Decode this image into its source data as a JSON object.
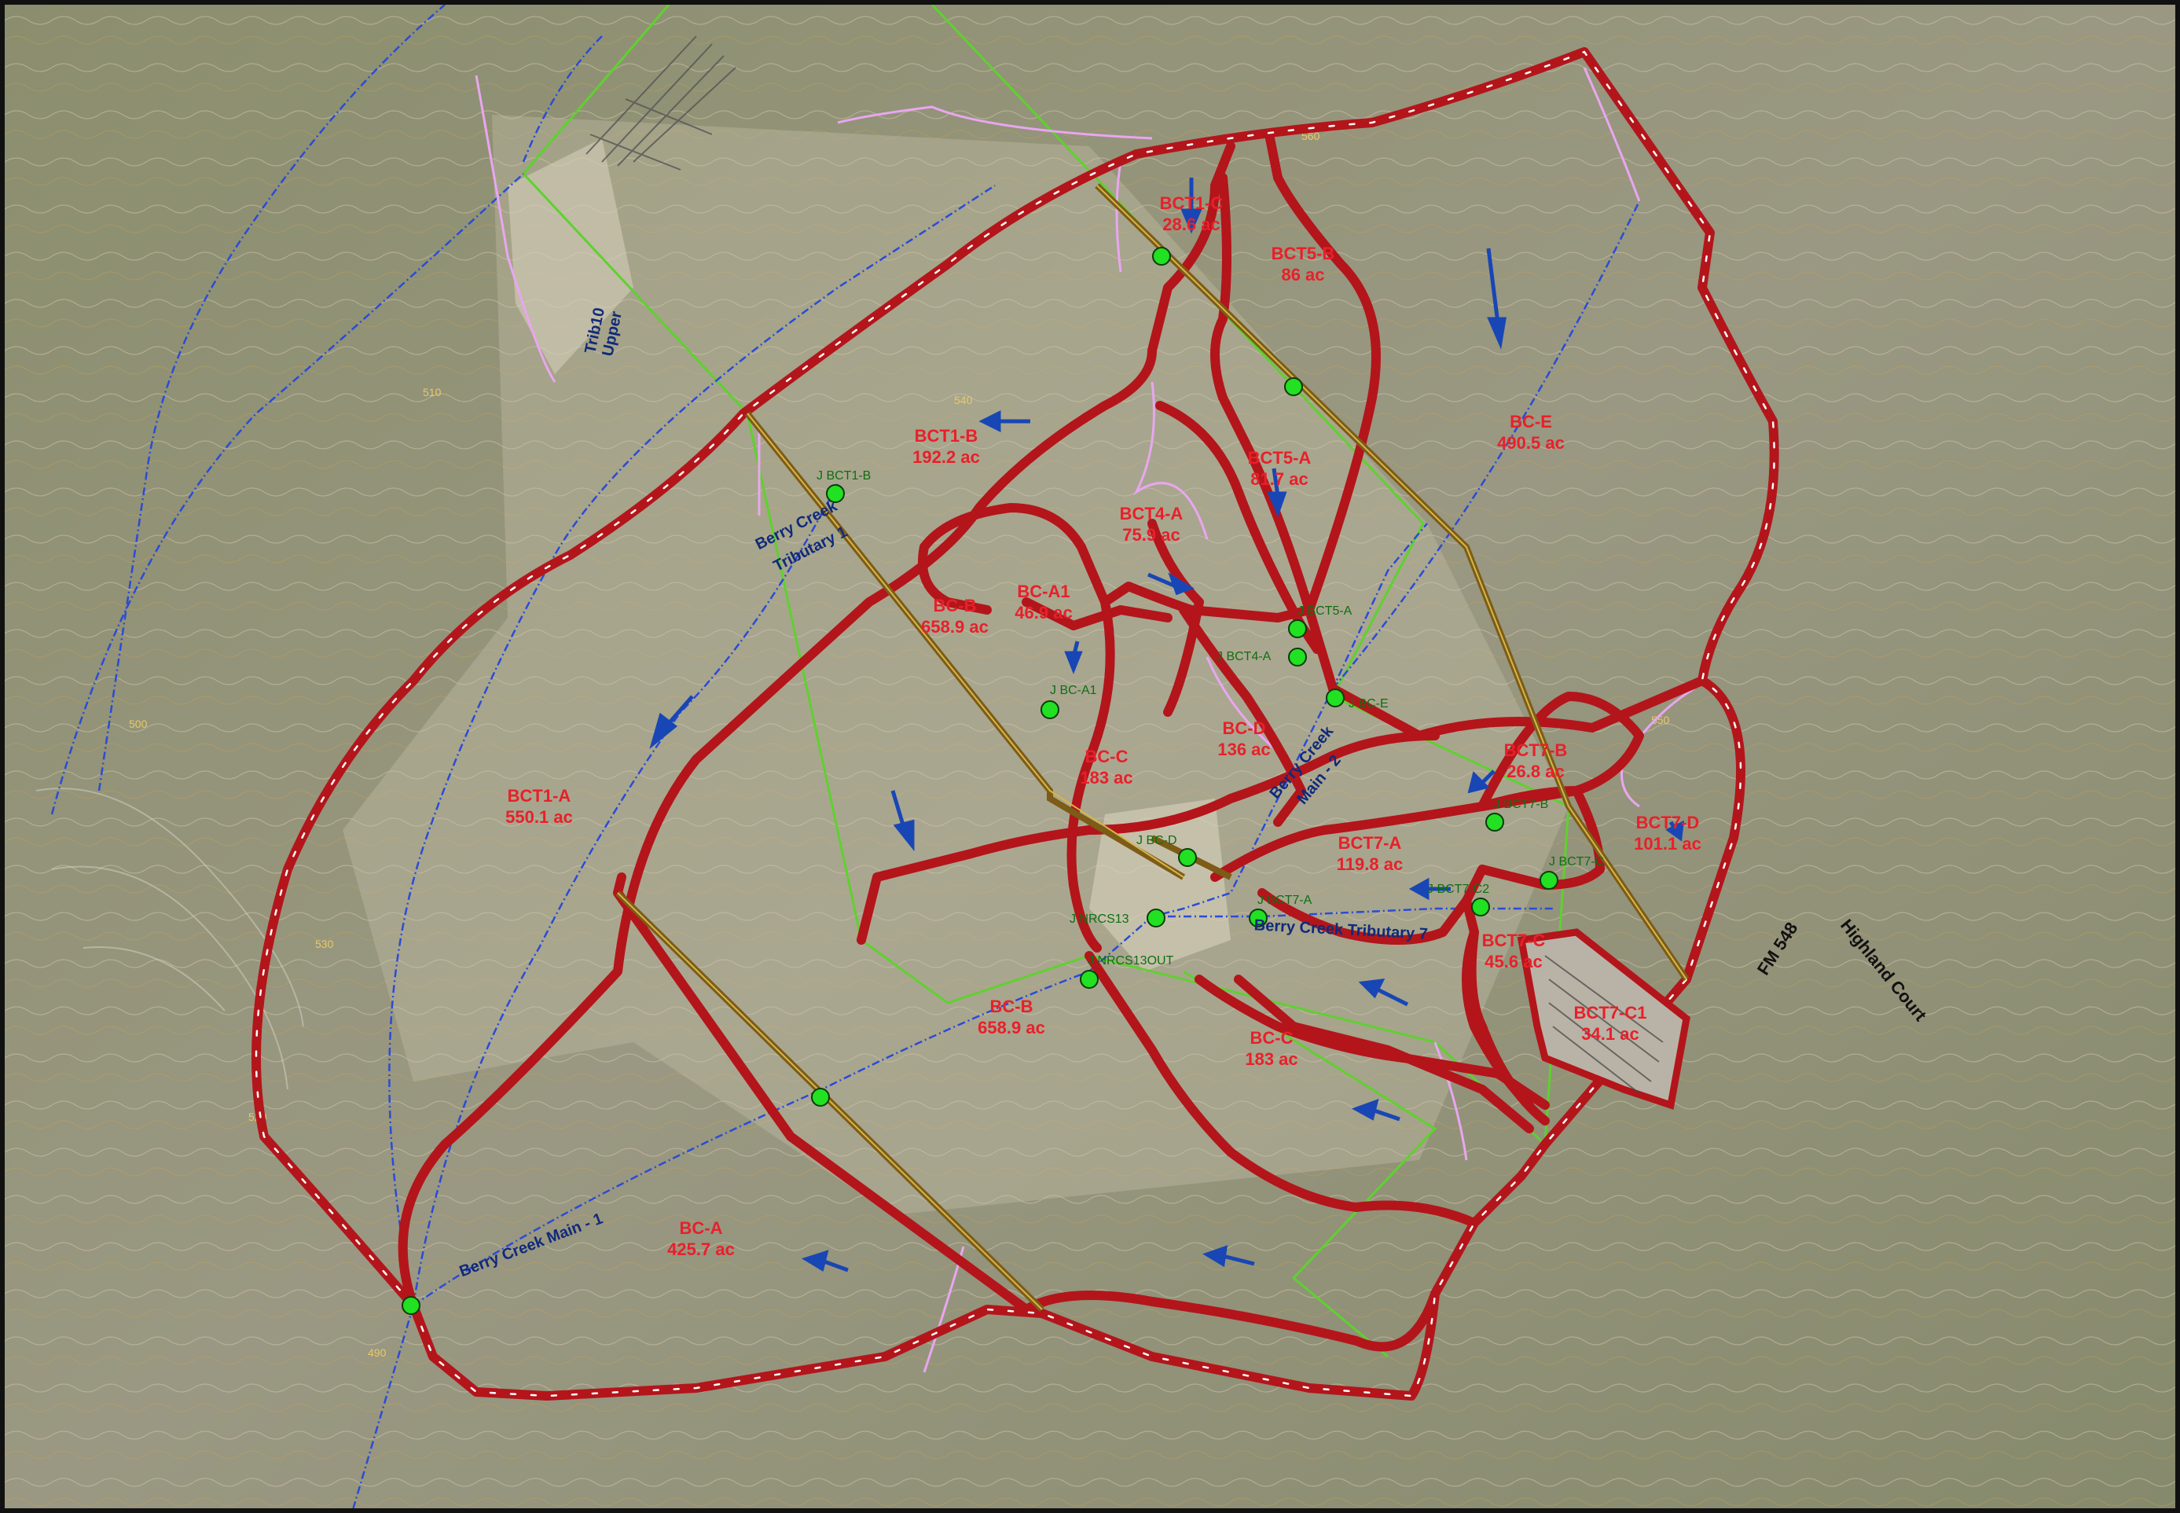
{
  "subareas": [
    {
      "name": "BCT1-C",
      "area": "28.6 ac"
    },
    {
      "name": "BCT5-B",
      "area": "86 ac"
    },
    {
      "name": "BC-E",
      "area": "490.5 ac"
    },
    {
      "name": "BCT1-B",
      "area": "192.2 ac"
    },
    {
      "name": "BCT5-A",
      "area": "81.7 ac"
    },
    {
      "name": "BCT4-A",
      "area": "75.9 ac"
    },
    {
      "name": "BC-A1",
      "area": "46.9 ac"
    },
    {
      "name": "BC-B",
      "area": "658.9 ac"
    },
    {
      "name": "BC-D",
      "area": "136 ac"
    },
    {
      "name": "BC-C",
      "area": "183 ac"
    },
    {
      "name": "BCT1-A",
      "area": "550.1 ac"
    },
    {
      "name": "BCT7-B",
      "area": "26.8 ac"
    },
    {
      "name": "BCT7-D",
      "area": "101.1 ac"
    },
    {
      "name": "BCT7-A",
      "area": "119.8 ac"
    },
    {
      "name": "BCT7-C",
      "area": "45.6 ac"
    },
    {
      "name": "BCT7-C1",
      "area": "34.1 ac"
    },
    {
      "name": "BC-B",
      "area": "658.9 ac"
    },
    {
      "name": "BC-C",
      "area": "183 ac"
    },
    {
      "name": "BC-A",
      "area": "425.7 ac"
    }
  ],
  "junctions": [
    "J BCT1-B",
    "J BCT5-A",
    "J BCT4-A",
    "J BC-E",
    "J BC-A1",
    "J BCT7-B",
    "J BCT7-C",
    "J BC-D",
    "J BCT7-C2",
    "J BCT7-A",
    "J NRCS13",
    "J NRCS13OUT"
  ],
  "streams": [
    "Berry Creek",
    "Tributary 1",
    "Berry Creek",
    "Main - 2",
    "Berry Creek Tributary 7",
    "Berry Creek Main - 1",
    "Trib10",
    "Upper"
  ],
  "roads": [
    "FM 548",
    "Highland Court"
  ],
  "contour_labels": [
    "560",
    "540",
    "510",
    "500",
    "550",
    "530",
    "520",
    "490"
  ],
  "colors": {
    "boundary": "#b3151b",
    "junction": "#22e022",
    "stream": "#2a4bd8",
    "project_limit": "#5fd12f",
    "reach": "#8a6a1c",
    "arrow": "#1846b5",
    "tributary": "#e8a6f0"
  }
}
